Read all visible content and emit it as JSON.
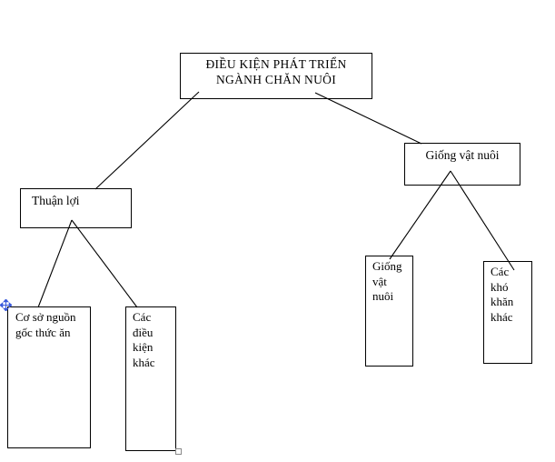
{
  "diagram": {
    "title_text": "ĐIỀU KIỆN PHÁT TRIỂN\nNGÀNH CHĂN NUÔI",
    "background_color": "#ffffff",
    "line_color": "#000000",
    "text_color": "#000000",
    "nodes": {
      "root": {
        "label": "ĐIỀU KIỆN PHÁT TRIỂN\nNGÀNH CHĂN NUÔI"
      },
      "thuan_loi": {
        "label": "Thuận lợi"
      },
      "giong_vat_nuoi_top": {
        "label": "Giống vật nuôi"
      },
      "co_so_nguon_goc_thuc_an": {
        "label": "Cơ sở nguồn\ngốc thức ăn"
      },
      "cac_dieu_kien_khac": {
        "label": "Các\nđiều\nkiện\nkhác"
      },
      "giong_vat_nuoi_leaf": {
        "label": "Giống\nvật\nnuôi"
      },
      "cac_kho_khan_khac": {
        "label": "Các\nkhó\nkhăn\nkhác"
      }
    },
    "connectors": [
      {
        "name": "root-to-thuan-loi",
        "from": "root",
        "to": "thuan_loi"
      },
      {
        "name": "root-to-giong-vat-nuoi",
        "from": "root",
        "to": "giong_vat_nuoi_top"
      },
      {
        "name": "thuan-loi-to-co-so",
        "from": "thuan_loi",
        "to": "co_so_nguon_goc_thuc_an"
      },
      {
        "name": "thuan-loi-to-cac-dieu-kien",
        "from": "thuan_loi",
        "to": "cac_dieu_kien_khac"
      },
      {
        "name": "giong-to-giong-leaf",
        "from": "giong_vat_nuoi_top",
        "to": "giong_vat_nuoi_leaf"
      },
      {
        "name": "giong-to-cac-kho-khan",
        "from": "giong_vat_nuoi_top",
        "to": "cac_kho_khan_khac"
      }
    ],
    "artifacts": {
      "move_cursor_color": "#3b5bdb",
      "resize_handle_color": "#8a8a8a"
    }
  }
}
